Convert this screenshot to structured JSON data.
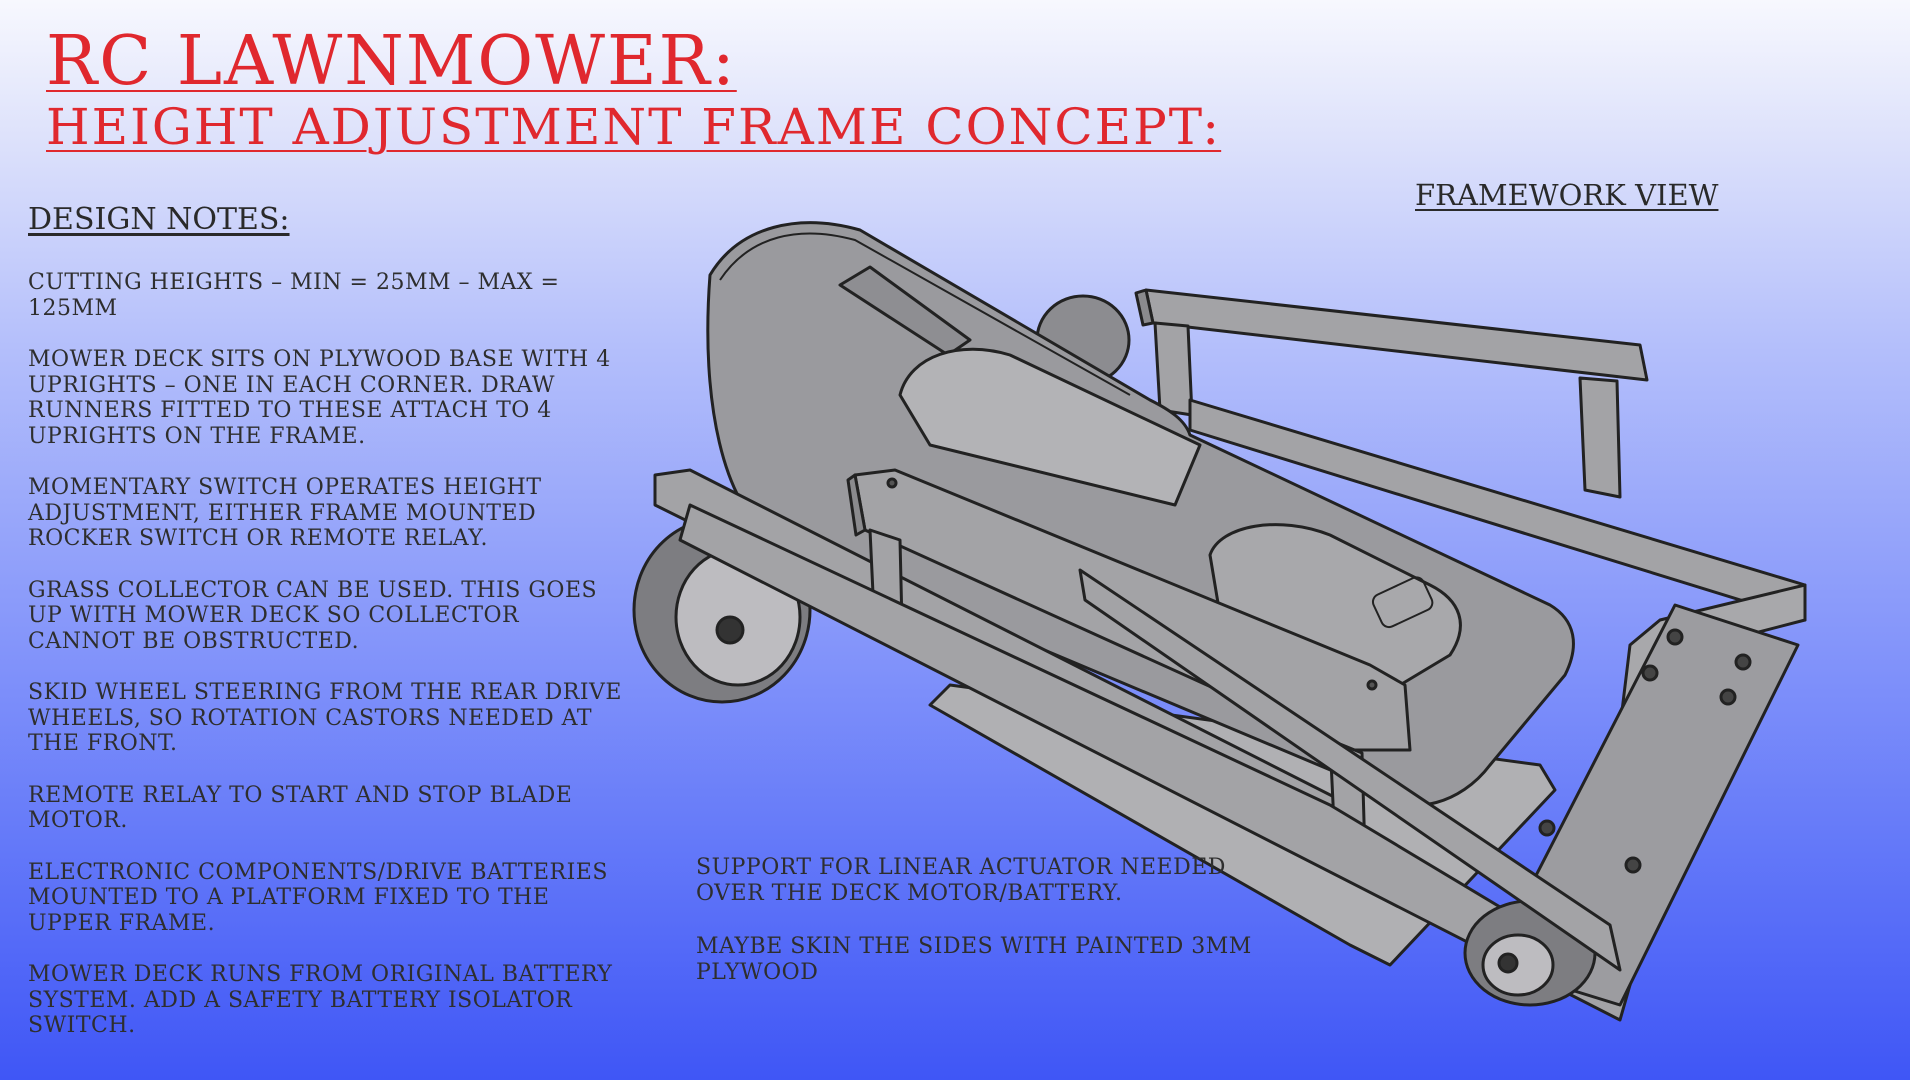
{
  "title": {
    "line1": "RC LAWNMOWER:",
    "line2": "HEIGHT ADJUSTMENT FRAME CONCEPT:"
  },
  "design_notes": {
    "heading": "DESIGN NOTES:",
    "items": [
      "Cutting heights – Min = 25mm – Max = 125mm",
      "Mower deck sits on plywood base with 4 uprights – one in each corner. Draw runners fitted to these attach to 4 uprights on the frame.",
      "Momentary switch operates height adjustment, either frame mounted rocker switch or remote relay.",
      "Grass collector can be used. This goes up with mower deck so collector cannot be obstructed.",
      "Skid wheel steering from the rear drive wheels, so rotation castors needed at the front.",
      "Remote relay to start and stop blade motor.",
      "Electronic components/drive batteries mounted to a platform fixed to the upper frame.",
      "Mower deck runs from original battery system. Add a safety battery isolator switch."
    ]
  },
  "framework": {
    "heading": "FRAMEWORK VIEW",
    "notes": [
      "Support for linear actuator needed over the deck motor/battery.",
      "Maybe skin the sides with painted 3mm plywood"
    ]
  },
  "colors": {
    "title": "#e0282e",
    "frame_fill": "#a3a3a6",
    "frame_side": "#8a8a8d",
    "outline": "#222222"
  }
}
